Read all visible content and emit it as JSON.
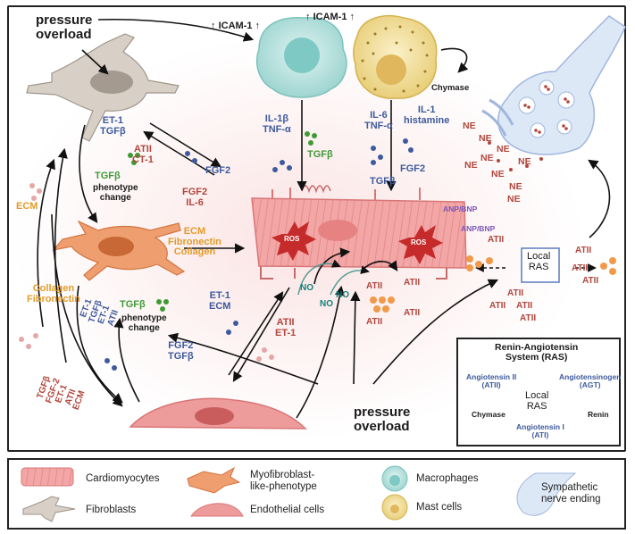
{
  "labels": {
    "pressure_overload_top": "pressure\noverload",
    "pressure_overload_bottom": "pressure\noverload",
    "icam_left": "ICAM-1",
    "icam_right": "ICAM-1",
    "chymase_top": "Chymase",
    "il1b_tnfa": "IL-1β\nTNF-α",
    "tgfb_macrophage": "TGFβ",
    "il6_tnfa": "IL-6\nTNF-α",
    "il1_histamine": "IL-1\nhistamine",
    "fgf2_mast": "FGF2",
    "tgfb_mast": "TGFβ",
    "et1_tgfb_top": "ET-1\nTGFβ",
    "atii_ct1": "ATII\nCT-1",
    "fgf2_top": "FGF2",
    "fgf2_il6": "FGF2\nIL-6",
    "tgfb_phenotype_top": "TGFβ",
    "phenotype_change_top": "phenotype\nchange",
    "ecm_left": "ECM",
    "ecm_fib_coll": "ECM\nFibronectin\nCollagen",
    "collagen_fibronectin": "Collagen\nFibronectin",
    "tgfb_phenotype_bottom": "TGFβ",
    "phenotype_change_bottom": "phenotype\nchange",
    "et1_tgfb_et1_atii": "ET-1\nTGFβ\nET-1\nATII",
    "tgfb_fgf2_et1_atii_ecm": "TGFβ\nFGF-2\nET-1\nATII\nECM",
    "et1_ecm": "ET-1\nECM",
    "fgf2_tgfb_bottom": "FGF2\nTGFβ",
    "atii_et1_bottom": "ATII\nET-1",
    "ros_left": "ROS",
    "ros_right": "ROS",
    "no_1": "NO",
    "no_2": "NO",
    "no_3": "NO",
    "anp_bnp_1": "ANP/BNP",
    "anp_bnp_2": "ANP/BNP",
    "atii_center_1": "ATII",
    "atii_center_2": "ATII",
    "atii_center_3": "ATII",
    "atii_center_4": "ATII",
    "ne": [
      "NE",
      "NE",
      "NE",
      "NE",
      "NE",
      "NE",
      "NE",
      "NE",
      "NE"
    ],
    "local_ras": "Local\nRAS",
    "atii_right": [
      "ATII",
      "ATII",
      "ATII",
      "ATII",
      "ATII",
      "ATII",
      "ATII",
      "ATII"
    ]
  },
  "ras_box": {
    "title": "Renin-Angiotensin\nSystem (RAS)",
    "angiotensin_ii": "Angiotensin II\n(ATII)",
    "angiotensinogen": "Angiotensinogen\n(AGT)",
    "local_ras": "Local\nRAS",
    "chymase": "Chymase",
    "renin": "Renin",
    "angiotensin_i": "Angiotensin I\n(ATI)"
  },
  "legend": {
    "cardiomyocytes": "Cardiomyocytes",
    "fibroblasts": "Fibroblasts",
    "myofibroblast": "Myofibroblast-\nlike-phenotype",
    "endothelial": "Endothelial cells",
    "macrophages": "Macrophages",
    "mast_cells": "Mast cells",
    "sympathetic": "Sympathetic\nnerve ending"
  },
  "colors": {
    "blue": "#3d5a9c",
    "green": "#3f9a36",
    "red": "#b2463c",
    "orange": "#e29b2a",
    "cardiomyocyte": "#f0a3a3",
    "macrophage": "#bfe7e4",
    "mast": "#f3e3a4"
  }
}
